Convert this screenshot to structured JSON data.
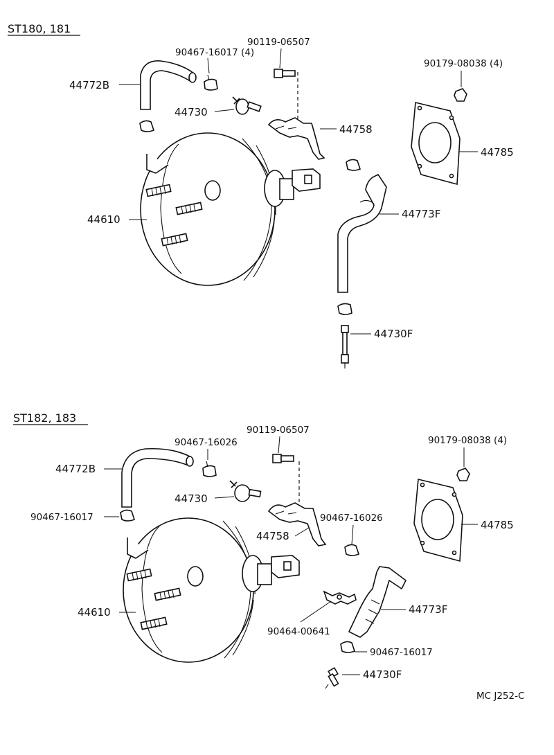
{
  "sections": [
    {
      "heading": "ST180, 181",
      "labels": {
        "p44772b": "44772B",
        "p90467_16017": "90467-16017 (4)",
        "p90119_06507": "90119-06507",
        "p90179_08038": "90179-08038 (4)",
        "p44730": "44730",
        "p44758": "44758",
        "p44785": "44785",
        "p44610": "44610",
        "p44773f": "44773F",
        "p44730f": "44730F"
      }
    },
    {
      "heading": "ST182, 183",
      "labels": {
        "p90467_16026_a": "90467-16026",
        "p90119_06507": "90119-06507",
        "p90179_08038": "90179-08038 (4)",
        "p44772b": "44772B",
        "p44730": "44730",
        "p90467_16017_a": "90467-16017",
        "p44758": "44758",
        "p90467_16026_b": "90467-16026",
        "p44785": "44785",
        "p44610": "44610",
        "p44773f": "44773F",
        "p90464_00641": "90464-00641",
        "p90467_16017_b": "90467-16017",
        "p44730f": "44730F"
      }
    }
  ],
  "footer_code": "MC J252-C"
}
